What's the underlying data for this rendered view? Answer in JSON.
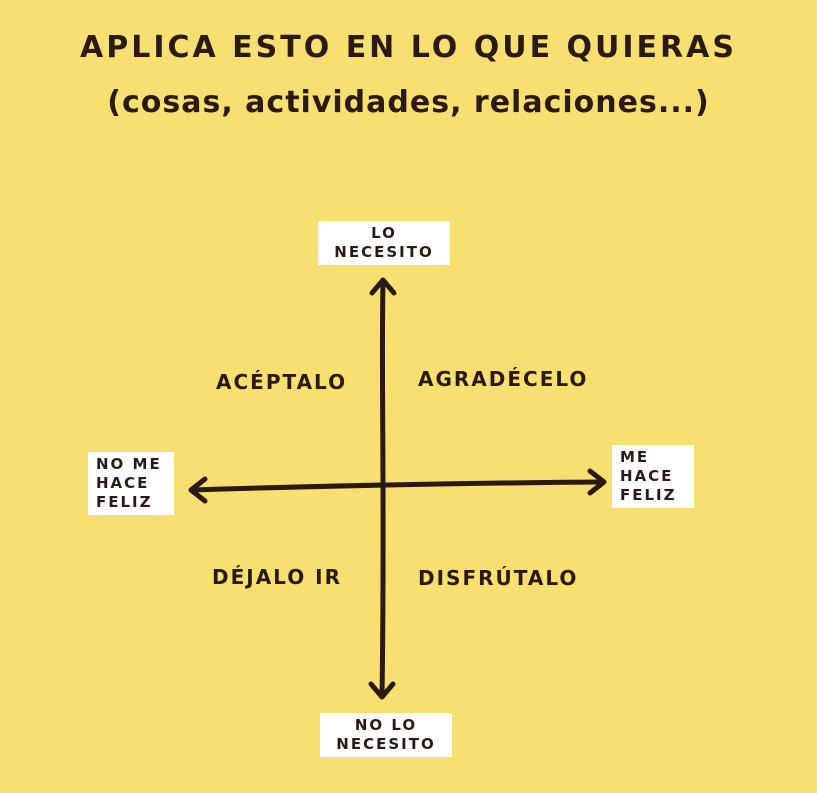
{
  "title": "APLICA ESTO  EN LO QUE QUIERAS",
  "subtitle": "(cosas, actividades, relaciones...)",
  "axes": {
    "top": [
      "LO",
      "NECESITO"
    ],
    "bottom": [
      "NO LO",
      "NECESITO"
    ],
    "left": [
      "NO ME",
      "HACE",
      "FELIZ"
    ],
    "right": [
      "ME",
      "HACE",
      "FELIZ"
    ]
  },
  "quadrants": {
    "top_left": "ACÉPTALO",
    "top_right": "AGRADÉCELO",
    "bottom_left": "DÉJALO IR",
    "bottom_right": "DISFRÚTALO"
  },
  "colors": {
    "background": "#f8df72",
    "ink": "#2b1a12",
    "label_bg": "#ffffff"
  }
}
